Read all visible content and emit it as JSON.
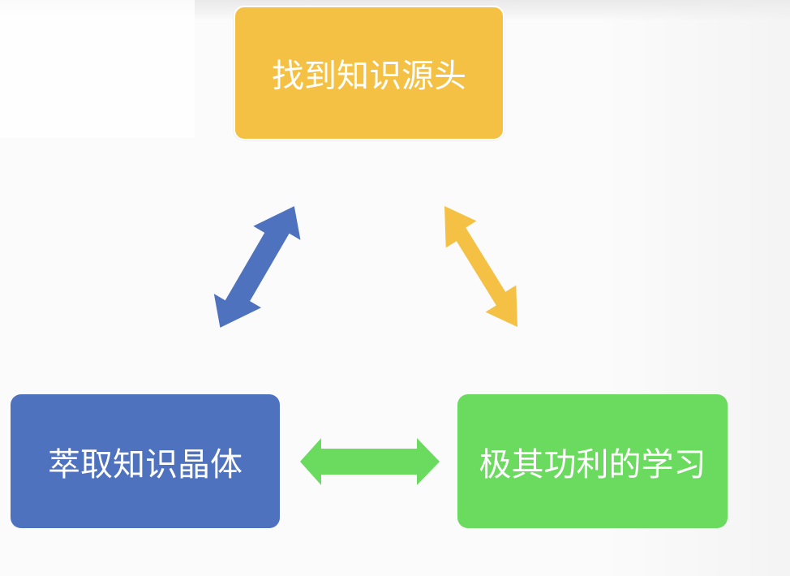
{
  "colors": {
    "background": "#fbfbfb",
    "top_node": "#f4c144",
    "left_node": "#4e72be",
    "right_node": "#6adb5e",
    "blue_arrow": "#4e72be",
    "yellow_arrow": "#f4c144",
    "green_arrow": "#6adb5e",
    "text": "#ffffff"
  },
  "diagram": {
    "nodes": {
      "top": {
        "label": "找到知识源头"
      },
      "left": {
        "label": "萃取知识晶体"
      },
      "right": {
        "label": "极其功利的学习"
      }
    },
    "arrows": [
      {
        "name": "top-left-double-arrow",
        "color": "blue_arrow",
        "direction": "bidirectional"
      },
      {
        "name": "top-right-double-arrow",
        "color": "yellow_arrow",
        "direction": "bidirectional"
      },
      {
        "name": "bottom-double-arrow",
        "color": "green_arrow",
        "direction": "bidirectional"
      }
    ]
  }
}
